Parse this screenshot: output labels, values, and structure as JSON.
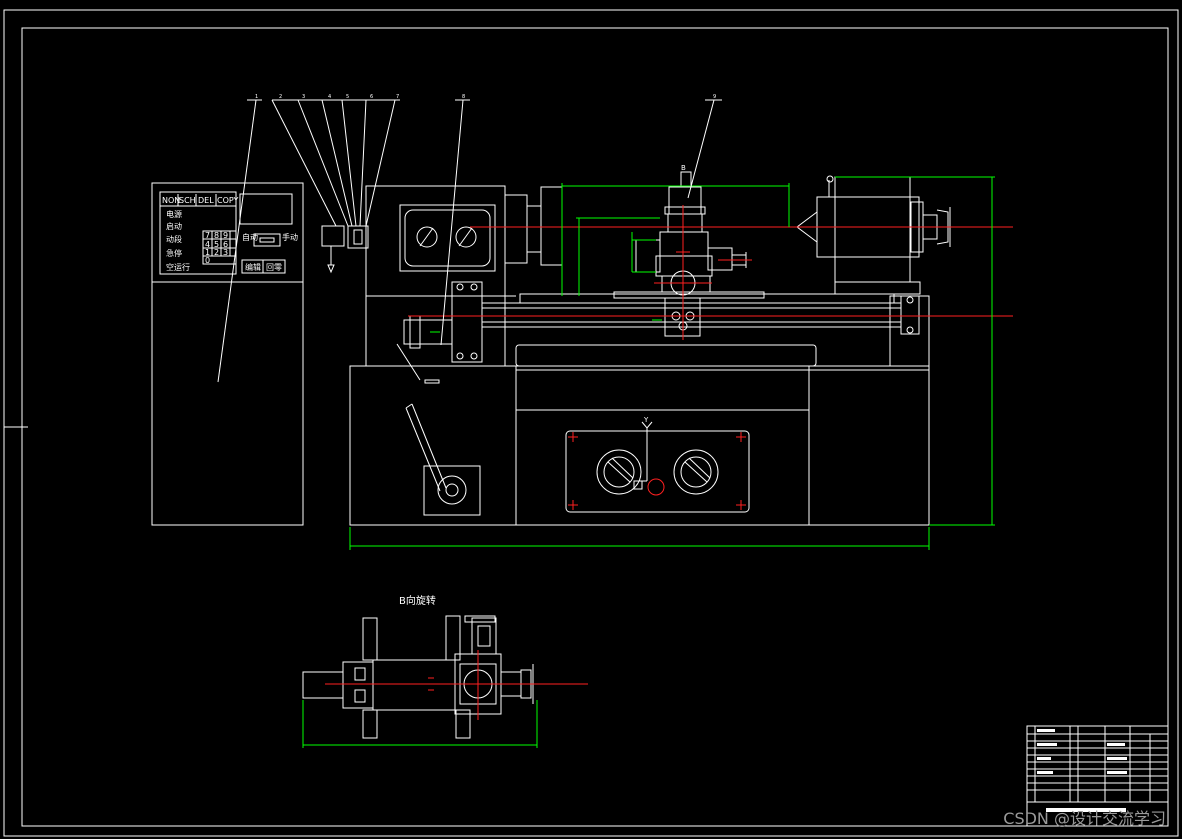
{
  "panel": {
    "buttons": [
      "NON",
      "SCH",
      "DEL",
      "COPY"
    ],
    "labels": [
      "电源",
      "启动",
      "动段",
      "急停",
      "空运行"
    ],
    "keypad": [
      "7",
      "8",
      "9",
      "4",
      "5",
      "6",
      "1",
      "2",
      "3",
      "0"
    ],
    "auto_label": "自动",
    "manual_label": "手动",
    "edit_label": "编辑",
    "zero_label": "回零"
  },
  "view_b_title": "B向旋转",
  "section_label_b": "B",
  "section_label_y": "Y",
  "balloons": [
    "1",
    "2",
    "3",
    "4",
    "5",
    "6",
    "7",
    "8",
    "9"
  ],
  "watermark": "CSDN @设计交流学习",
  "colors": {
    "background": "#000000",
    "lines": "#ffffff",
    "dimensions": "#00ff00",
    "centerlines": "#ff2020"
  }
}
